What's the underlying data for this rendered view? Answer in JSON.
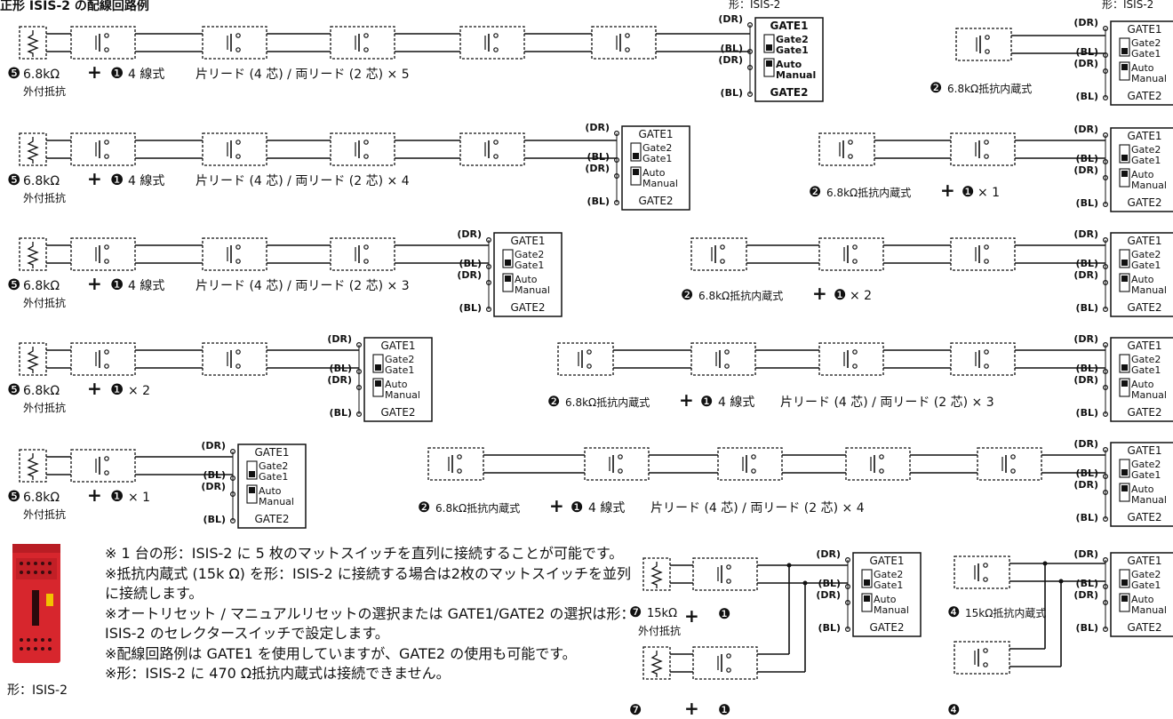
{
  "header": {
    "title_fragment": "正形 ISIS-2 の配線回路例",
    "model_label_mid": "形：ISIS-2",
    "model_label_right": "形：ISIS-2"
  },
  "controller": {
    "gate1": "GATE1",
    "gate2_sel": "Gate2",
    "gate1_sel": "Gate1",
    "auto": "Auto",
    "manual": "Manual",
    "gate2": "GATE2",
    "dr": "(DR)",
    "bl": "(BL)"
  },
  "symbols": {
    "plus": "+",
    "n1": "❶",
    "n2": "❷",
    "n4": "❹",
    "n5": "❺",
    "n7": "❼"
  },
  "labels": {
    "r68": "6.8kΩ",
    "external": "外付抵抗",
    "four_wire": "4 線式",
    "lead_x5": "片リード (4 芯) / 両リード (2 芯) × 5",
    "lead_x4": "片リード (4 芯) / 両リード (2 芯) × 4",
    "lead_x3": "片リード (4 芯) / 両リード (2 芯) × 3",
    "x1": "× 1",
    "x2": "× 2",
    "r68_internal": "6.8kΩ抵抗内蔵式",
    "r15": "15kΩ",
    "r15_internal": "15kΩ抵抗内蔵式"
  },
  "notes": [
    "※ 1 台の形：ISIS-2 に 5 枚のマットスイッチを直列に接続することが可能です。",
    "※抵抗内蔵式 (15k Ω) を形：ISIS-2 に接続する場合は2枚のマットスイッチを並列に接続します。",
    "※オートリセット / マニュアルリセットの選択または GATE1/GATE2 の選択は形：ISIS-2 のセレクタースイッチで設定します。",
    "※配線回路例は GATE1 を使用していますが、GATE2 の使用も可能です。",
    "※形：ISIS-2 に 470 Ω抵抗内蔵式は接続できません。"
  ],
  "unit_caption": "形：ISIS-2"
}
